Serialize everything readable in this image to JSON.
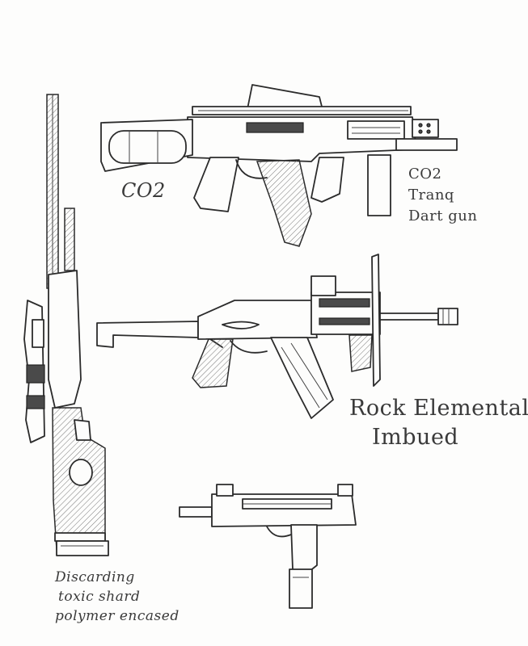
{
  "notes": {
    "co2_left": "CO2",
    "co2_right_1": "CO2",
    "co2_right_2": "Tranq",
    "co2_right_3": "Dart gun",
    "rock_1": "Rock Elemental",
    "rock_2": "Imbued",
    "discarding_1": "Discarding",
    "discarding_2": "toxic shard",
    "discarding_3": "polymer encased"
  },
  "illustrations": {
    "sniper_rifle": "sniper-rifle-sketch",
    "co2_rifle": "co2-tranq-dart-gun-sketch",
    "assault_rifle": "rock-elemental-assault-rifle-sketch",
    "smg": "compact-smg-sketch"
  },
  "colors": {
    "paper": "#fdfdfc",
    "pencil": "#2b2b2b"
  }
}
